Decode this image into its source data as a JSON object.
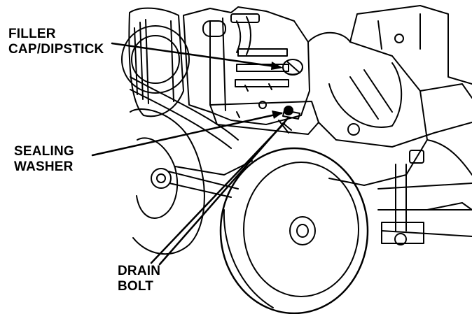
{
  "callouts": {
    "filler_cap": {
      "line1": "FILLER",
      "line2": "CAP/DIPSTICK"
    },
    "sealing_washer": {
      "line1": "SEALING",
      "line2": "WASHER"
    },
    "drain_bolt": {
      "line1": "DRAIN",
      "line2": "BOLT"
    }
  },
  "colors": {
    "ink": "#000000",
    "paper": "#ffffff"
  }
}
